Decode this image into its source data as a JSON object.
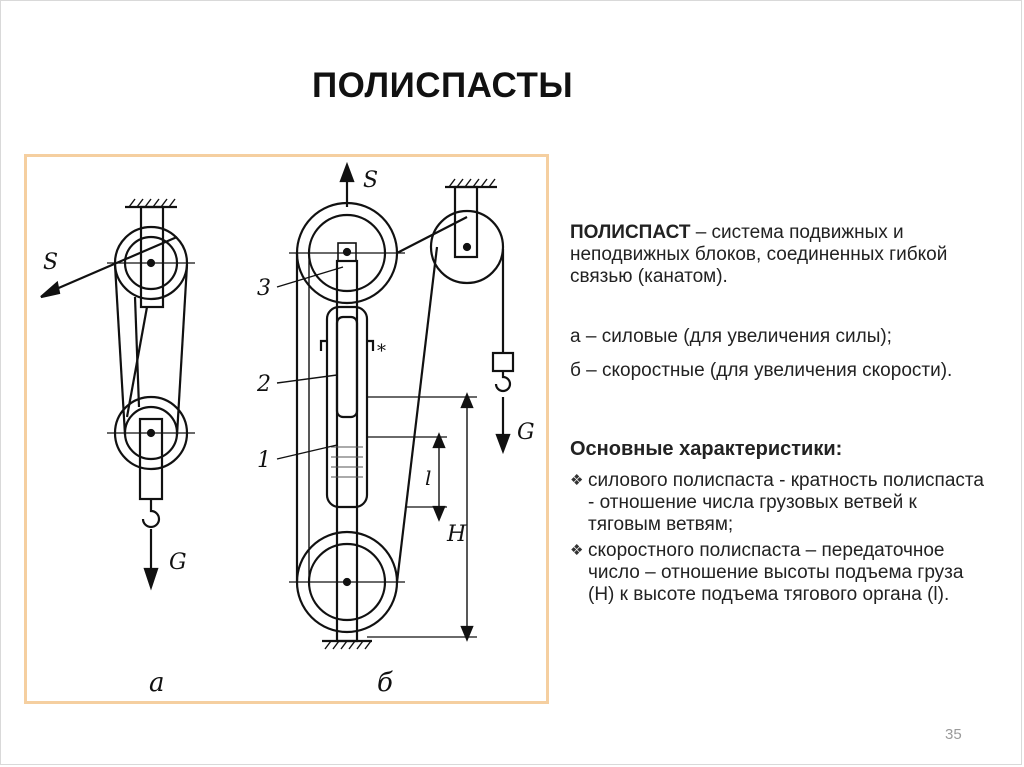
{
  "slide": {
    "title": "ПОЛИСПАСТЫ",
    "number": "35"
  },
  "figure": {
    "force_labels": [
      "S",
      "S",
      "G",
      "G"
    ],
    "part_numbers": [
      "3",
      "2",
      "1"
    ],
    "dimension_labels": [
      "l",
      "H"
    ],
    "asterisk": "*",
    "caption_a": "а",
    "caption_b": "б"
  },
  "definition": {
    "term": "ПОЛИСПАСТ",
    "text": " – система подвижных и неподвижных блоков, соединенных гибкой связью (канатом)."
  },
  "types": [
    "а – силовые (для увеличения силы);",
    "б – скоростные (для увеличения скорости)."
  ],
  "features": {
    "heading": "Основные характеристики:",
    "items": [
      "силового полиспаста - кратность полиспаста  - отношение числа грузовых ветвей к тяговым ветвям;",
      "скоростного полиспаста – передаточное число – отношение высоты подъема груза (H) к высоте подъема тягового органа (l)."
    ],
    "bullet_glyph": "❖"
  }
}
